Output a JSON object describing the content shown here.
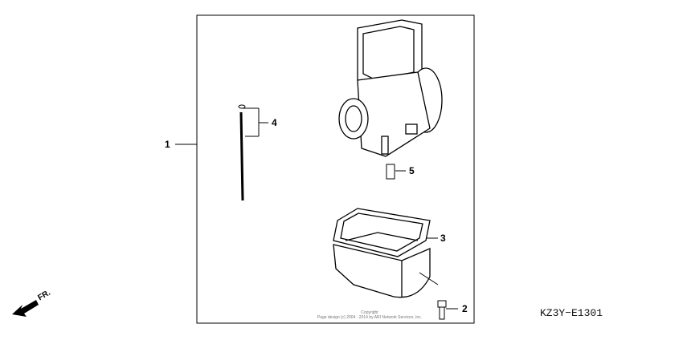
{
  "diagram": {
    "callouts": [
      "1",
      "2",
      "3",
      "4",
      "5"
    ],
    "diagram_code": "KZ3Y−E1301",
    "direction_label": "FR.",
    "copyright_line1": "Copyright",
    "copyright_line2": "Page design (c) 2004 - 2014 by ARI Network Services, Inc."
  }
}
